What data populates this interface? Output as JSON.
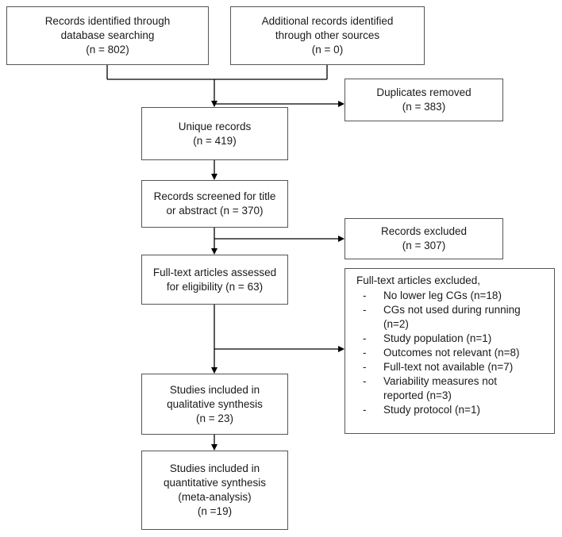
{
  "boxes": {
    "db_search": [
      "Records identified through",
      "database searching",
      "(n =  802)"
    ],
    "other_sources": [
      "Additional records identified",
      "through other sources",
      "(n = 0)"
    ],
    "duplicates": [
      "Duplicates removed",
      "(n = 383)"
    ],
    "unique": [
      "Unique records",
      "(n =  419)"
    ],
    "screened": [
      "Records screened for title",
      "or abstract (n = 370)"
    ],
    "rec_excluded": [
      "Records excluded",
      "(n = 307)"
    ],
    "fulltext": [
      "Full-text articles assessed",
      "for eligibility (n = 63)"
    ],
    "qualitative": [
      "Studies included in",
      "qualitative synthesis",
      "(n = 23)"
    ],
    "quantitative": [
      "Studies included in",
      "quantitative synthesis",
      "(meta-analysis)",
      "(n =19)"
    ]
  },
  "fulltext_excluded": {
    "heading": "Full-text articles excluded,",
    "reasons": [
      "No lower leg CGs (n=18)",
      "CGs not used during running",
      "(n=2)",
      "Study population (n=1)",
      "Outcomes not relevant (n=8)",
      "Full-text not available (n=7)",
      "Variability measures not",
      "reported (n=3)",
      "Study protocol (n=1)"
    ]
  }
}
